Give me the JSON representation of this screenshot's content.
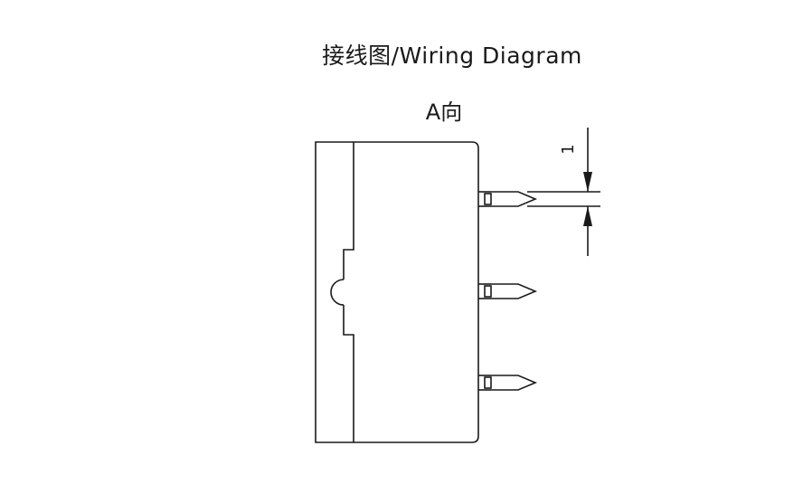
{
  "title": "接线图/Wiring Diagram",
  "view_label": "A向",
  "dimension": {
    "value": "1"
  }
}
